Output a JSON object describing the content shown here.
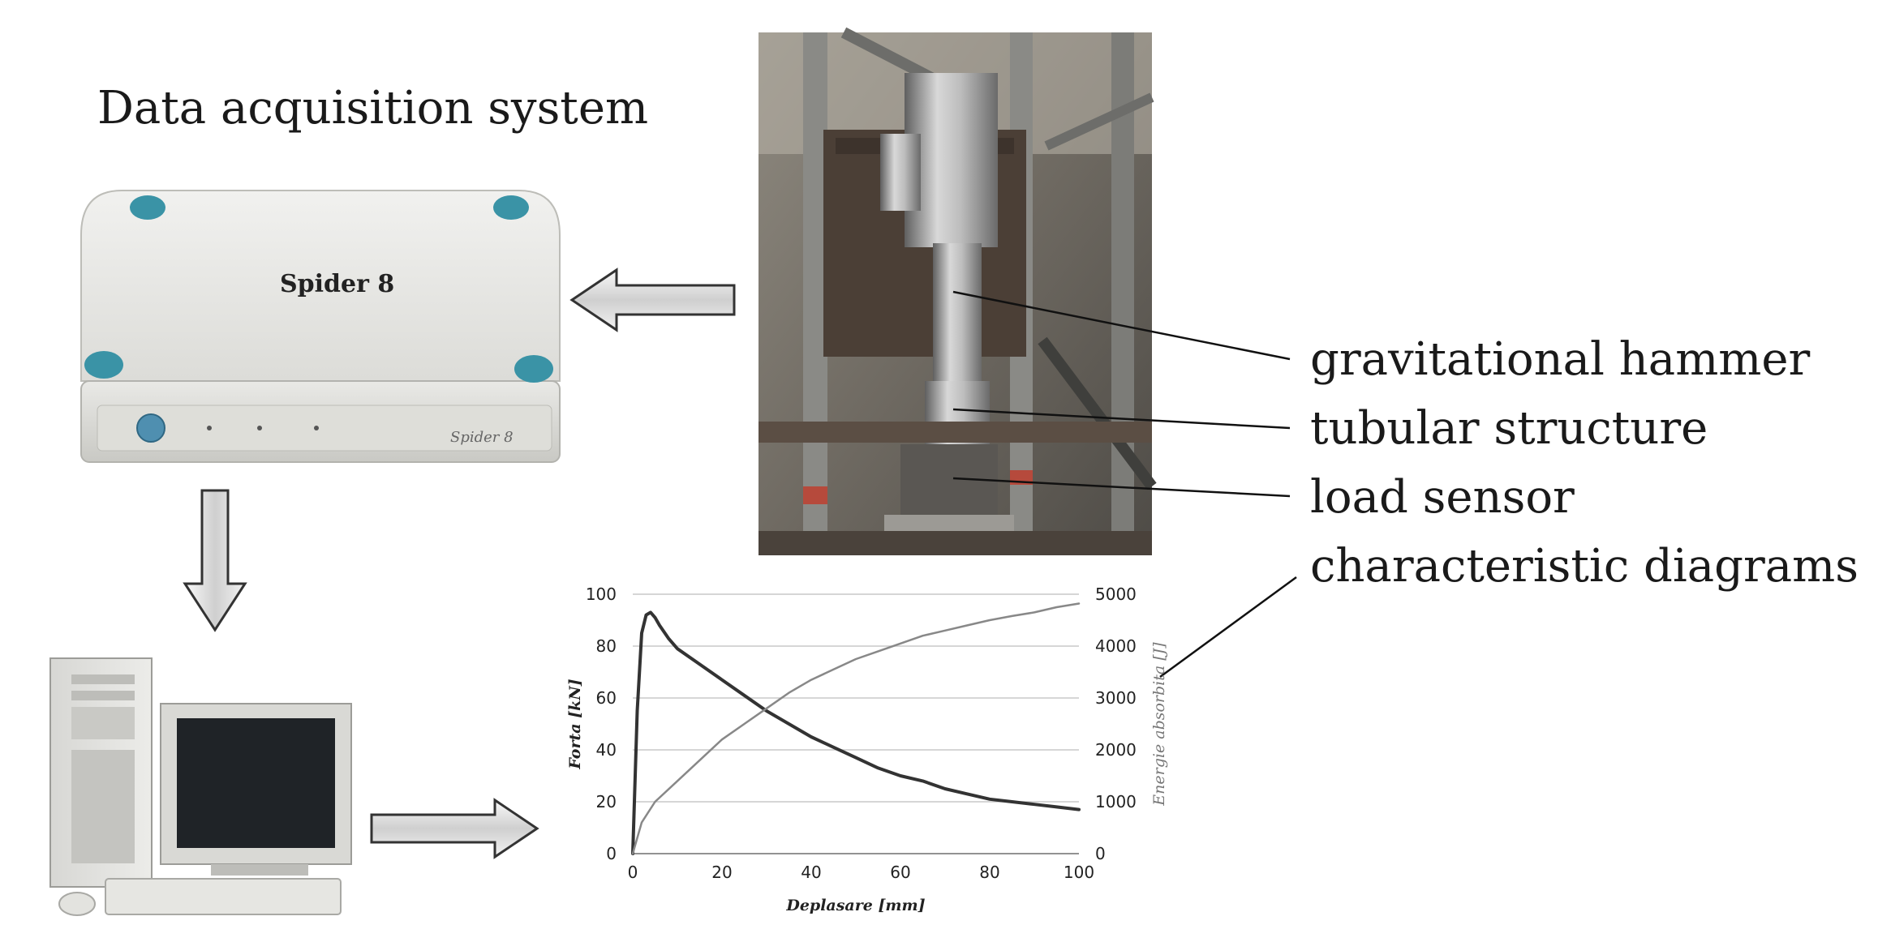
{
  "diagram": {
    "title": "Data acquisition system",
    "device_label": "Spider 8",
    "device_front_label": "Spider 8",
    "callouts": [
      "gravitational hammer",
      "tubular structure",
      "load sensor",
      "characteristic diagrams"
    ]
  },
  "chart_data": {
    "type": "line",
    "xlabel": "Deplasare [mm]",
    "ylabel": "Forta [kN]",
    "y2label": "Energie absorbita [J]",
    "xlim": [
      0,
      100
    ],
    "ylim": [
      0,
      100
    ],
    "y2lim": [
      0,
      5000
    ],
    "xticks": [
      "0",
      "20",
      "40",
      "60",
      "80",
      "100"
    ],
    "yticks": [
      "0",
      "20",
      "40",
      "60",
      "80",
      "100"
    ],
    "y2ticks": [
      "0",
      "1000",
      "2000",
      "3000",
      "4000",
      "5000"
    ],
    "grid": true,
    "series": [
      {
        "axis": "left",
        "color": "#333333",
        "x": [
          0,
          1,
          2,
          3,
          4,
          5,
          6,
          8,
          10,
          15,
          20,
          25,
          30,
          35,
          40,
          45,
          50,
          55,
          60,
          65,
          70,
          75,
          80,
          85,
          90,
          95,
          100
        ],
        "y": [
          0,
          55,
          85,
          92,
          93,
          91,
          88,
          83,
          79,
          73,
          67,
          61,
          55,
          50,
          45,
          41,
          37,
          33,
          30,
          28,
          25,
          23,
          21,
          20,
          19,
          18,
          17
        ]
      },
      {
        "axis": "right",
        "color": "#888888",
        "x": [
          0,
          2,
          5,
          10,
          15,
          20,
          25,
          30,
          35,
          40,
          45,
          50,
          55,
          60,
          65,
          70,
          75,
          80,
          85,
          90,
          95,
          100
        ],
        "y": [
          0,
          600,
          1000,
          1400,
          1800,
          2200,
          2500,
          2800,
          3100,
          3350,
          3550,
          3750,
          3900,
          4050,
          4200,
          4300,
          4400,
          4500,
          4580,
          4650,
          4750,
          4820
        ]
      }
    ]
  }
}
